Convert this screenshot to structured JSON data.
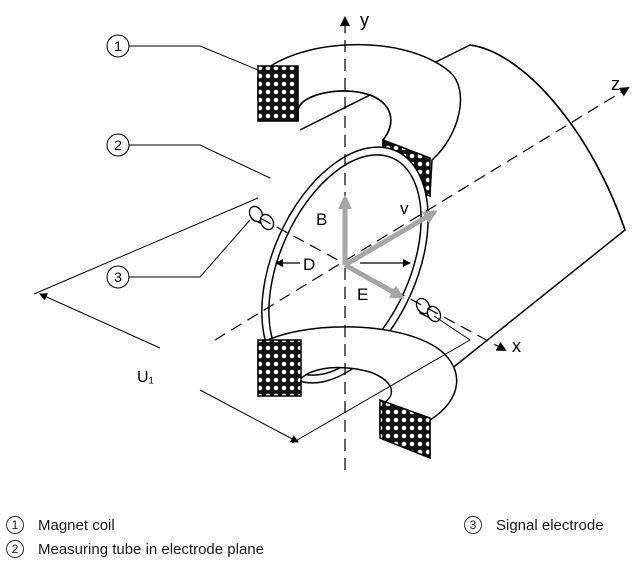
{
  "callouts": {
    "c1": "1",
    "c2": "2",
    "c3": "3"
  },
  "axes": {
    "x": "x",
    "y": "y",
    "z": "z"
  },
  "vectors": {
    "B": "B",
    "v": "v",
    "E": "E",
    "D": "D",
    "U": "U₁"
  },
  "legend": [
    {
      "num": "1",
      "text": "Magnet coil"
    },
    {
      "num": "2",
      "text": "Measuring tube in electrode plane"
    },
    {
      "num": "3",
      "text": "Signal electrode"
    }
  ]
}
